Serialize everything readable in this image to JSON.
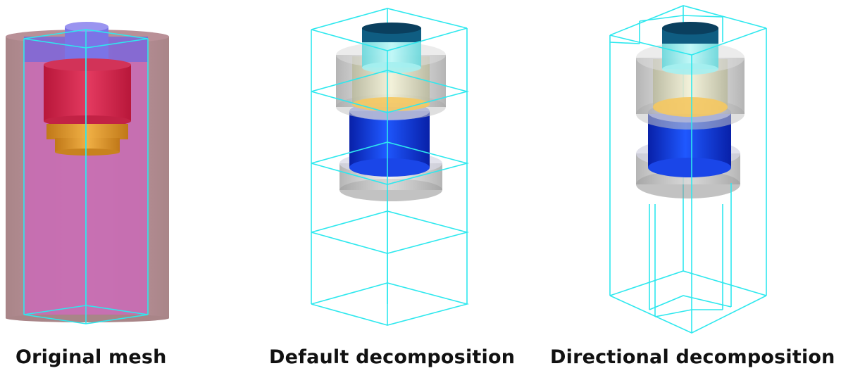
{
  "captions": {
    "original": "Original mesh",
    "default": "Default decomposition",
    "directional": "Directional decomposition"
  },
  "colors": {
    "wireframe": "#2ee8ee",
    "outer_cylinder": "#b98a9a",
    "inner_volume": "#c86bb4",
    "top_cap": "#6a6ee6",
    "red_cylinder": "#d8244e",
    "orange_cylinder": "#e7a33a",
    "translucent_gray": "#c9c9c9",
    "dark_top": "#0e4b6e",
    "cyan_part": "#8ef0f0",
    "blue_cylinder": "#0b34e0",
    "yellow_disc": "#ffcc44"
  }
}
